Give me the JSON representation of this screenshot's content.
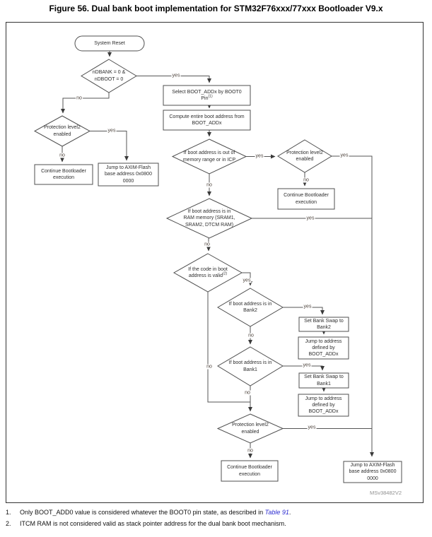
{
  "title": "Figure 56. Dual bank boot implementation for STM32F76xxx/77xxx Bootloader V9.x",
  "watermark": "MSv38482V2",
  "edge_labels": {
    "yes": "yes",
    "no": "no"
  },
  "nodes": {
    "system_reset": {
      "lines": [
        "System Reset"
      ]
    },
    "ndbank_check": {
      "lines": [
        "nDBANK = 0 &",
        "nDBOOT = 0"
      ]
    },
    "select_bootaddr": {
      "lines": [
        "Select BOOT_ADDx by BOOT0",
        "Pin"
      ],
      "sup": "(1)"
    },
    "compute_addr": {
      "lines": [
        "Compute entire boot address from",
        "BOOT_ADDx"
      ]
    },
    "out_of_range": {
      "lines": [
        "If boot address is out of",
        "memory range or in ICP"
      ]
    },
    "prot_left": {
      "lines": [
        "Protection level2",
        "enabled"
      ]
    },
    "continue_left": {
      "lines": [
        "Continue Bootloader",
        "execution"
      ]
    },
    "jump_axim_left": {
      "lines": [
        "Jump to AXIM-Flash",
        "base address 0x0800",
        "0000"
      ]
    },
    "prot_top_right": {
      "lines": [
        "Protection level2",
        "enabled"
      ]
    },
    "continue_mid": {
      "lines": [
        "Continue Bootloader",
        "execution"
      ]
    },
    "ram_check": {
      "lines": [
        "If boot address is in",
        "RAM memory (SRAM1,",
        "SRAM2, DTCM RAM)"
      ]
    },
    "code_valid": {
      "lines": [
        "If the code in boot",
        "address is valid"
      ],
      "sup": "(2)"
    },
    "bank2_check": {
      "lines": [
        "If boot address is in",
        "Bank2"
      ]
    },
    "set_swap2": {
      "lines": [
        "Set Bank Swap to",
        "Bank2"
      ]
    },
    "jump_addr1": {
      "lines": [
        "Jump to address",
        "defined by",
        "BOOT_ADDx"
      ]
    },
    "bank1_check": {
      "lines": [
        "If boot address is in",
        "Bank1"
      ]
    },
    "set_swap1": {
      "lines": [
        "Set Bank Swap to",
        "Bank1"
      ]
    },
    "jump_addr2": {
      "lines": [
        "Jump to address",
        "defined by",
        "BOOT_ADDx"
      ]
    },
    "prot_bottom": {
      "lines": [
        "Protection level2",
        "enabled"
      ]
    },
    "continue_bottom": {
      "lines": [
        "Continue Bootloader",
        "execution"
      ]
    },
    "jump_axim_right": {
      "lines": [
        "Jump to AXIM-Flash",
        "base address 0x0800",
        "0000"
      ]
    }
  },
  "footnotes": {
    "f1": {
      "num": "1.",
      "before": "Only BOOT_ADD0 value is considered whatever the BOOT0 pin state, as described in ",
      "link": "Table 91",
      "after": "."
    },
    "f2": {
      "num": "2.",
      "text": "ITCM RAM is not considered valid as stack pointer address for the dual bank boot mechanism."
    }
  }
}
